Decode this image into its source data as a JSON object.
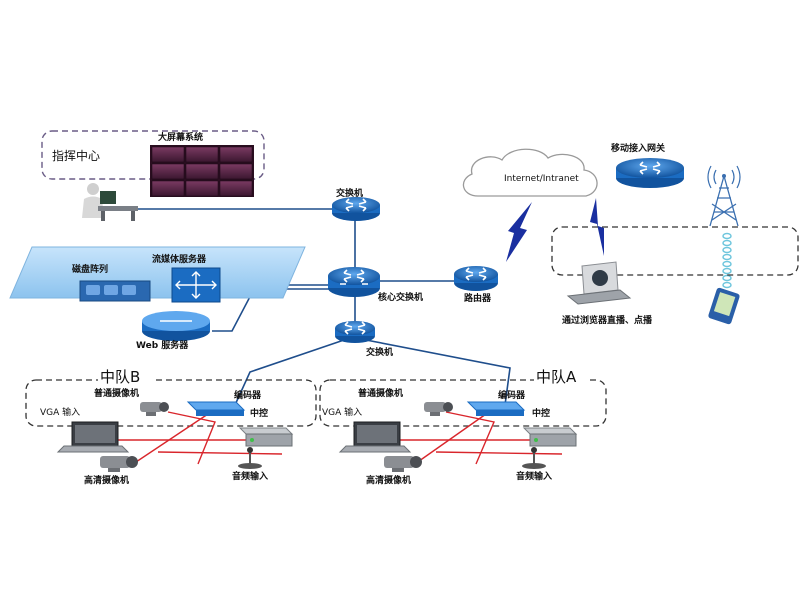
{
  "labels": {
    "command_center": "指挥中心",
    "big_screen": "大屏幕系统",
    "switch_top": "交换机",
    "core_switch": "核心交换机",
    "switch_bottom": "交换机",
    "disk_array": "磁盘阵列",
    "media_server": "流媒体服务器",
    "web_server": "Web 服务器",
    "router": "路由器",
    "internet": "Internet/Intranet",
    "mobile_gateway": "移动接入网关",
    "browser_live": "通过浏览器直播、点播",
    "squad_b": "中队B",
    "squad_a": "中队A",
    "b_camera": "普通摄像机",
    "b_encoder": "编码器",
    "b_vga": "VGA 输入",
    "b_controller": "中控",
    "b_hd_camera": "高清摄像机",
    "b_audio": "音频输入",
    "a_camera": "普通摄像机",
    "a_encoder": "编码器",
    "a_vga": "VGA 输入",
    "a_controller": "中控",
    "a_hd_camera": "高清摄像机",
    "a_audio": "音频输入"
  },
  "colors": {
    "network_line": "#1f4e8c",
    "av_line": "#d9262c",
    "router_fill": "#1b6cc2",
    "lightning": "#1a2fa0",
    "platform": "#a9d3f5",
    "screen": "#5a2346"
  }
}
